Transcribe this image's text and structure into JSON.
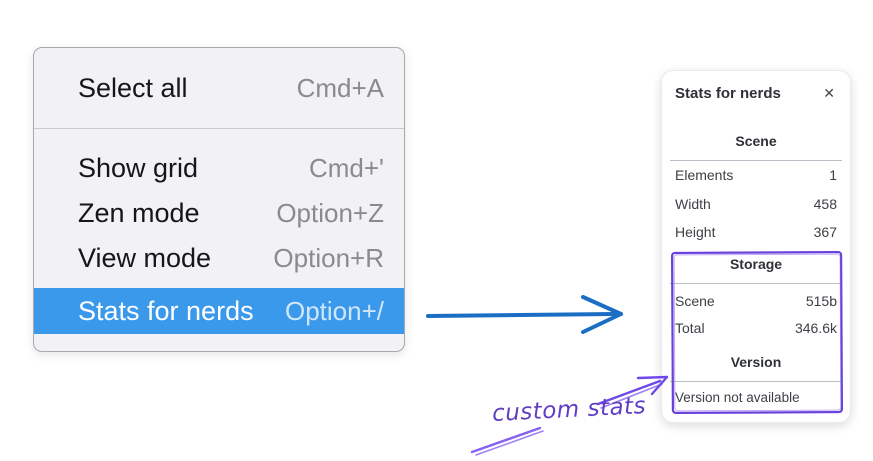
{
  "menu": {
    "groups": [
      {
        "items": [
          {
            "label": "Select all",
            "shortcut": "Cmd+A"
          }
        ]
      },
      {
        "items": [
          {
            "label": "Show grid",
            "shortcut": "Cmd+'"
          },
          {
            "label": "Zen mode",
            "shortcut": "Option+Z"
          },
          {
            "label": "View mode",
            "shortcut": "Option+R"
          },
          {
            "label": "Stats for nerds",
            "shortcut": "Option+/"
          }
        ]
      }
    ],
    "highlighted_item": "Stats for nerds",
    "colors": {
      "highlight_blue": "#3b99ec"
    }
  },
  "stats_panel": {
    "title": "Stats for nerds",
    "close_icon": "✕",
    "sections": {
      "scene": {
        "header": "Scene",
        "rows": [
          {
            "label": "Elements",
            "value": "1"
          },
          {
            "label": "Width",
            "value": "458"
          },
          {
            "label": "Height",
            "value": "367"
          }
        ]
      },
      "storage": {
        "header": "Storage",
        "rows": [
          {
            "label": "Scene",
            "value": "515b"
          },
          {
            "label": "Total",
            "value": "346.6k"
          }
        ]
      },
      "version": {
        "header": "Version",
        "note": "Version not available"
      }
    }
  },
  "annotation": {
    "label": "custom stats",
    "colors": {
      "purple": "#6741d9",
      "light_purple": "#8662f0",
      "blue": "#1a6fc4"
    }
  }
}
